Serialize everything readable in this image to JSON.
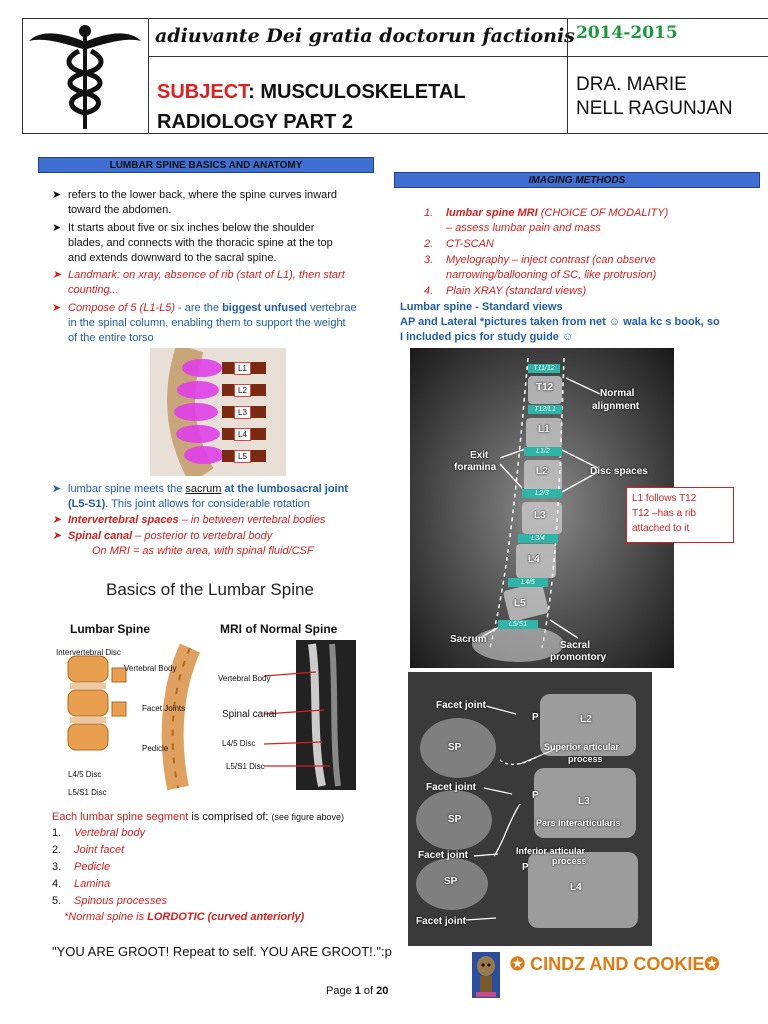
{
  "header": {
    "motto": "adiuvante Dei gratia doctorun factionis",
    "subject_prefix": "SUBJECT",
    "subject_line1": ": MUSCULOSKELETAL",
    "subject_line2": "RADIOLOGY PART 2",
    "year": "2014-2015",
    "author_line1": "DRA. MARIE",
    "author_line2": "NELL RAGUNJAN"
  },
  "left": {
    "heading": "LUMBAR SPINE BASICS AND ANATOMY",
    "b1a": "refers to the lower back, where the spine curves inward",
    "b1b": "toward the abdomen.",
    "b2a": " It starts about five or six inches below the shoulder",
    "b2b": "blades, and connects with the thoracic spine at the top",
    "b2c": "and extends downward to the sacral spine.",
    "b3a": "Landmark: on xray, absence of rib (start of L1), then start",
    "b3b": "counting...",
    "b4_red": "Compose of 5 (L1-L5)",
    "b4_mid": " - are the ",
    "b4_bold": "biggest unfused",
    "b4_end": " vertebrae",
    "b4b": "in the spinal column, enabling them to support the weight",
    "b4c": "of the entire torso",
    "fig1_labels": [
      "L1",
      "L2",
      "L3",
      "L4",
      "L5"
    ],
    "b5_pre": "lumbar spine meets the ",
    "b5_sacrum": "sacrum",
    "b5_mid": " at the lumbosacral joint",
    "b5b_bold": "(L5-S1)",
    "b5b_rest": ". This joint allows for considerable rotation",
    "b6_bold": "Intervertebral spaces",
    "b6_rest": " – in between vertebral bodies",
    "b7_bold": "Spinal canal",
    "b7_rest": " – posterior to vertebral body",
    "b7b": "On MRI = as white area, with spinal fluid/CSF",
    "fig2": {
      "title": "Basics of the Lumbar Spine",
      "sub_left": "Lumbar Spine",
      "sub_right": "MRI of Normal Spine",
      "labels": [
        "Intervertebral Disc",
        "Vertebral Body",
        "Facet Joints",
        "Pedicle",
        "L4/5 Disc",
        "L5/S1 Disc",
        "Vertebral Body",
        "Spinal canal",
        "L4/5 Disc",
        "L5/S1 Disc"
      ]
    },
    "seg_red": "Each lumbar spine segment",
    "seg_mid": " is comprised of: ",
    "seg_small": "(see figure above)",
    "components": [
      "Vertebral body",
      "Joint facet",
      "Pedicle",
      "Lamina",
      "Spinous processes"
    ],
    "note_pre": "*Normal spine is ",
    "note_bold": "LORDOTIC (curved anteriorly)"
  },
  "right": {
    "heading": "IMAGING METHODS",
    "m1_bold": "lumbar spine MRI",
    "m1_rest": " (CHOICE OF MODALITY)",
    "m1b": "– assess lumbar pain and mass",
    "m2": "CT-SCAN",
    "m3a": "Myelography – inject contrast (can observe",
    "m3b": "narrowing/ballooning of SC, like protrusion)",
    "m4": "Plain XRAY (standard views)",
    "views1": "Lumbar spine - Standard views",
    "views2": "AP and Lateral *pictures taken from net ☺ wala kc s book, so",
    "views3": "I included pics for study guide ☺",
    "xray1": {
      "vertebrae": [
        "T12",
        "L1",
        "L2",
        "L3",
        "L4",
        "L5"
      ],
      "discs": [
        "T11/12",
        "T12/L1",
        "L1/2",
        "L2/3",
        "L3/4",
        "L4/5",
        "L5/S1"
      ],
      "labels": [
        "Normal",
        "alignment",
        "Exit",
        "foramina",
        "Disc spaces",
        "Sacrum",
        "Sacral",
        "promontory"
      ]
    },
    "callout": [
      "L1 follows T12",
      "T12 –has a rib",
      "attached to it"
    ],
    "xray2": {
      "labels": [
        "Facet joint",
        "Superior articular",
        "process",
        "Facet joint",
        "Pars interarticularis",
        "Facet joint",
        "Inferior articular",
        "process",
        "Facet joint"
      ],
      "letters": [
        "SP",
        "SP",
        "SP",
        "P",
        "P",
        "P",
        "L2",
        "L3",
        "L4"
      ]
    }
  },
  "footer": {
    "quote": "\"YOU ARE GROOT! Repeat to self. YOU ARE GROOT!.\":p",
    "brand": "✪ CINDZ AND COOKIE✪",
    "page_pre": "Page ",
    "page_num": "1",
    "page_mid": " of ",
    "page_total": "20"
  },
  "colors": {
    "red": "#d42020",
    "blue": "#1f5ea8",
    "heading_bg": "#3f6fd1",
    "green": "#1a9a3a"
  }
}
